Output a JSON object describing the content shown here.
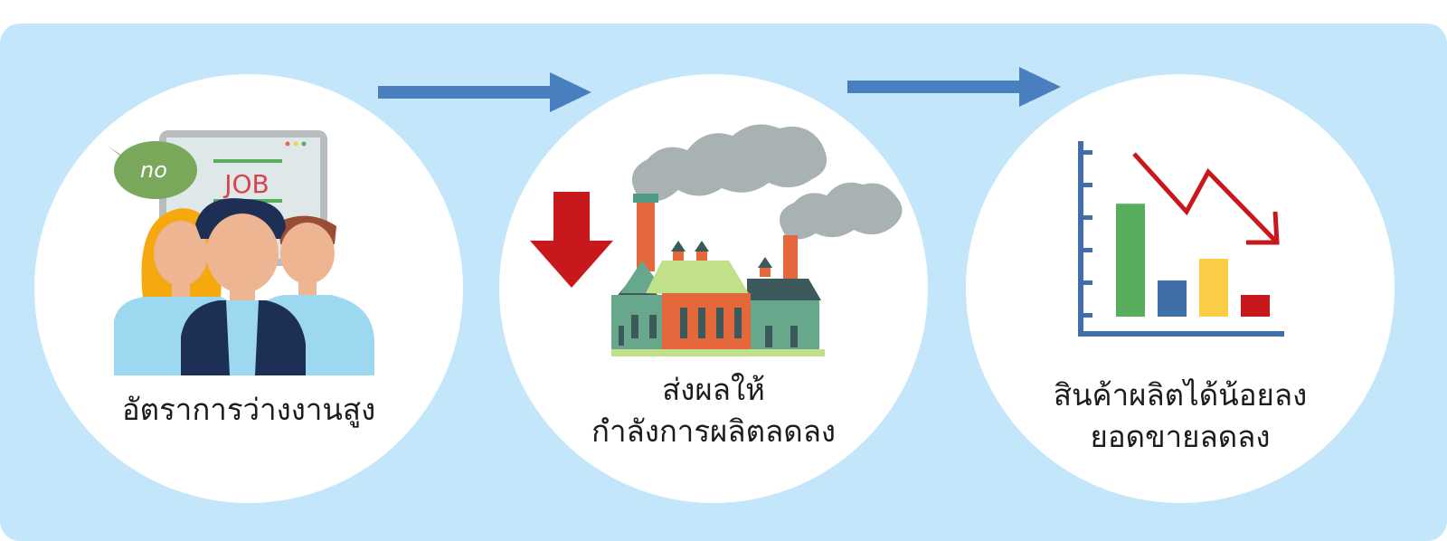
{
  "steps": [
    {
      "caption_lines": [
        "อัตราการว่างงานสูง"
      ],
      "speech_bubble_text": "no",
      "screen_text": "JOB",
      "icon": "unemployed-people-icon"
    },
    {
      "caption_lines": [
        "ส่งผลให้",
        "กำลังการผลิตลดลง"
      ],
      "icon": "factory-decline-icon"
    },
    {
      "caption_lines": [
        "สินค้าผลิตได้น้อยลง",
        "ยอดขายลดลง"
      ],
      "icon": "declining-chart-icon"
    }
  ],
  "colors": {
    "background_panel": "#c4e6fa",
    "circle": "#ffffff",
    "flow_arrow": "#4a7fbf",
    "down_arrow": "#c8181c",
    "trend_arrow": "#c8181c"
  },
  "chart_icon_bars": [
    {
      "value": 0.78,
      "color": "#57ad5b"
    },
    {
      "value": 0.25,
      "color": "#3f6ea8"
    },
    {
      "value": 0.4,
      "color": "#f9cd46"
    },
    {
      "value": 0.15,
      "color": "#c8181c"
    }
  ]
}
